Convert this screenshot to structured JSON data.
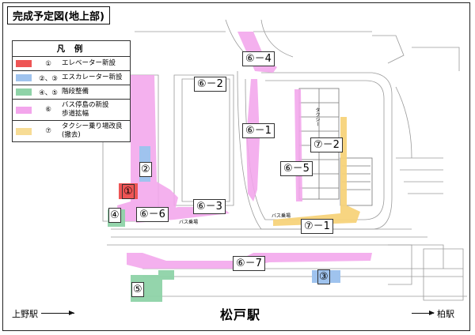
{
  "title": "完成予定図(地上部)",
  "legend": {
    "header": "凡 例",
    "items": [
      {
        "num": "①",
        "desc": "エレベーター新設",
        "color": "#ee5555"
      },
      {
        "num": "②、③",
        "desc": "エスカレーター新設",
        "color": "#9fc3ee"
      },
      {
        "num": "④、⑤",
        "desc": "階段整備",
        "color": "#8fd3a8"
      },
      {
        "num": "⑥",
        "desc": "バス停島の新設\n歩道拡幅",
        "color": "#f3a6ec"
      },
      {
        "num": "⑦",
        "desc": "タクシー乗り場改良\n(撤去)",
        "color": "#f7dc95"
      }
    ]
  },
  "labels": {
    "l64": "⑥－4",
    "l62": "⑥－2",
    "l61": "⑥－1",
    "l65": "⑥－5",
    "l72": "⑦－2",
    "l2": "②",
    "l1": "①",
    "l4": "④",
    "l66": "⑥－6",
    "l63": "⑥－3",
    "l71": "⑦－1",
    "l67": "⑥－7",
    "l3": "③",
    "l5": "⑤"
  },
  "small_labels": {
    "bus1": "バス乗場",
    "bus2": "バス乗場",
    "taxi": "タクシー"
  },
  "station": "松戸駅",
  "ueno": "上野駅",
  "kashiwa": "柏駅"
}
